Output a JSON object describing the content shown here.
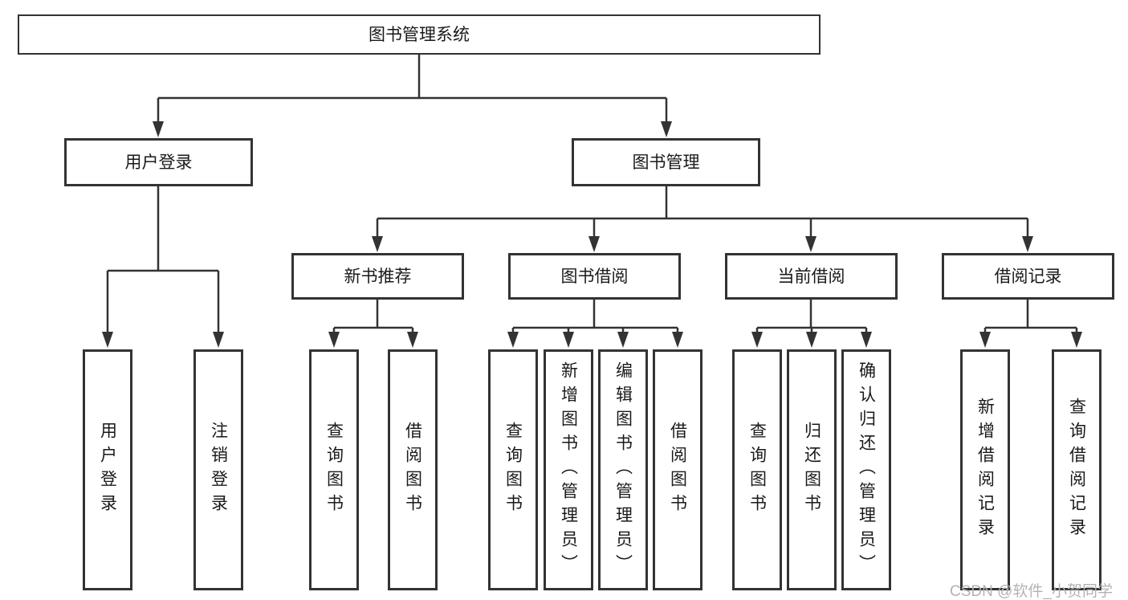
{
  "diagram": {
    "root": {
      "label": "图书管理系统"
    },
    "user_login": {
      "label": "用户登录",
      "children": [
        {
          "label": "用户登录"
        },
        {
          "label": "注销登录"
        }
      ]
    },
    "book_management": {
      "label": "图书管理",
      "sections": [
        {
          "label": "新书推荐",
          "children": [
            {
              "label": "查询图书"
            },
            {
              "label": "借阅图书"
            }
          ]
        },
        {
          "label": "图书借阅",
          "children": [
            {
              "label": "查询图书"
            },
            {
              "label": "新增图书（管理员）"
            },
            {
              "label": "编辑图书（管理员）"
            },
            {
              "label": "借阅图书"
            }
          ]
        },
        {
          "label": "当前借阅",
          "children": [
            {
              "label": "查询图书"
            },
            {
              "label": "归还图书"
            },
            {
              "label": "确认归还（管理员）"
            }
          ]
        },
        {
          "label": "借阅记录",
          "children": [
            {
              "label": "新增借阅记录"
            },
            {
              "label": "查询借阅记录"
            }
          ]
        }
      ]
    }
  },
  "watermark": {
    "text": "CSDN @软件_小贺同学"
  },
  "colors": {
    "border": "#333333",
    "line": "#333333",
    "text": "#1a1a1a",
    "bg": "#ffffff",
    "watermark": "#b3b3b3"
  }
}
